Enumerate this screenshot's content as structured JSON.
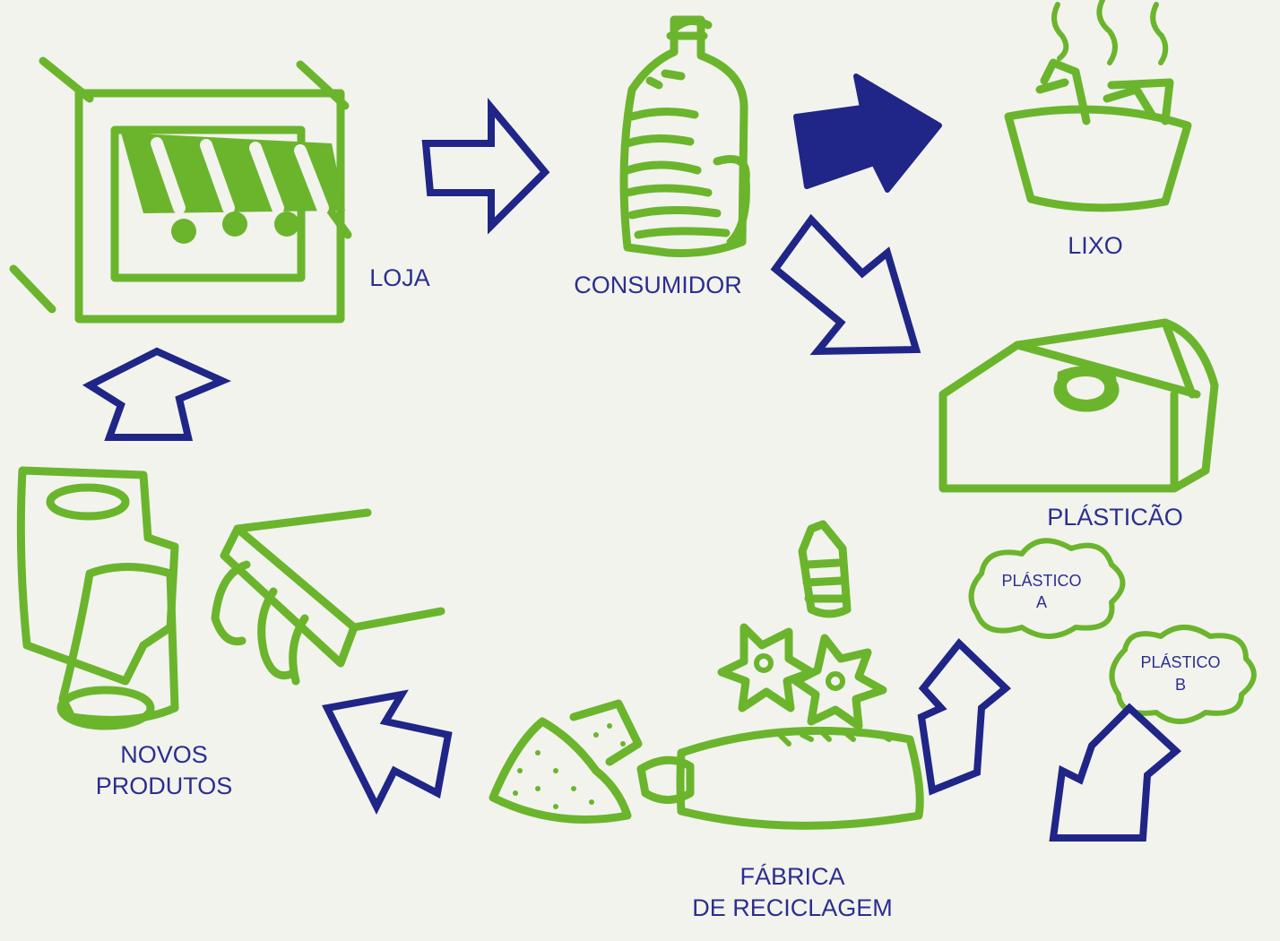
{
  "colors": {
    "green": "#6bb52d",
    "blue": "#1f2687",
    "background": "#f3f3ee"
  },
  "labels": {
    "loja": "LOJA",
    "consumidor": "CONSUMIDOR",
    "lixo": "LIXO",
    "plasticao": "PLÁSTICÃO",
    "plastico_a_line1": "PLÁSTICO",
    "plastico_a_line2": "A",
    "plastico_b_line1": "PLÁSTICO",
    "plastico_b_line2": "B",
    "fabrica_line1": "FÁBRICA",
    "fabrica_line2": "DE RECICLAGEM",
    "novos_line1": "NOVOS",
    "novos_line2": "PRODUTOS"
  },
  "icons": [
    "store-icon",
    "bottle-hand-icon",
    "trash-bin-icon",
    "plastic-container-icon",
    "recycling-machine-icon",
    "shredded-plastic-icon",
    "new-products-icon",
    "cloud-icon",
    "arrow-icon"
  ]
}
